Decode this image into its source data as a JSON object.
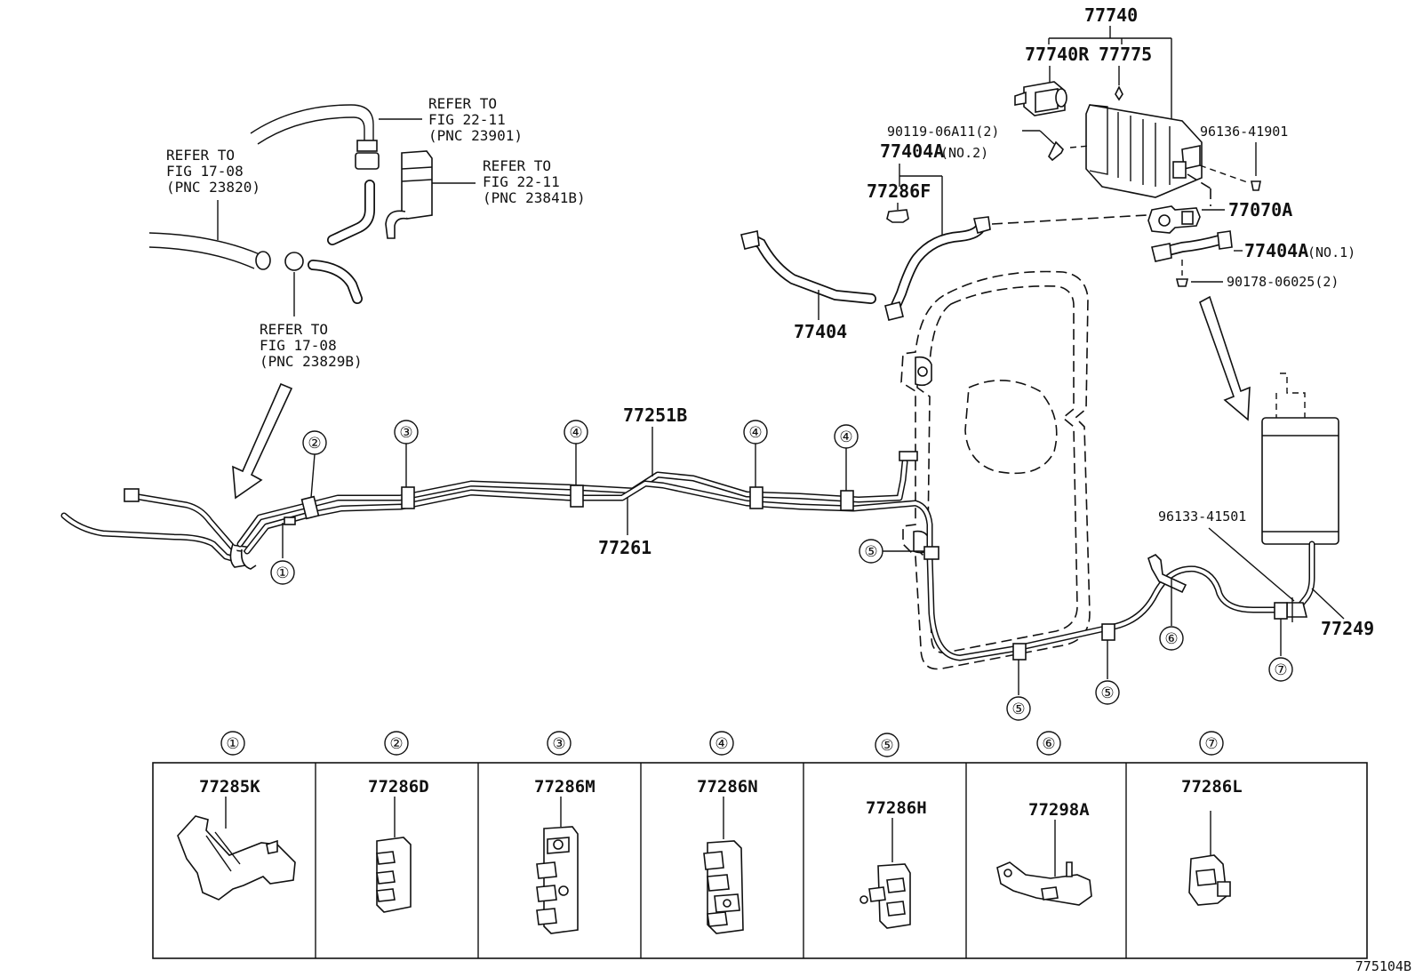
{
  "diagram_id": "775104B",
  "refs": {
    "ref1": {
      "l1": "REFER TO",
      "l2": "FIG 22-11",
      "l3": "(PNC 23901)"
    },
    "ref2": {
      "l1": "REFER TO",
      "l2": "FIG 22-11",
      "l3": "(PNC 23841B)"
    },
    "ref3": {
      "l1": "REFER TO",
      "l2": "FIG 17-08",
      "l3": "(PNC 23820)"
    },
    "ref4": {
      "l1": "REFER TO",
      "l2": "FIG 17-08",
      "l3": "(PNC 23829B)"
    }
  },
  "labels": {
    "p77740": "77740",
    "p77740R": "77740R",
    "p77775": "77775",
    "p90119": "90119-06A11(2)",
    "p77404A2": "77404A",
    "p77404A2_suffix": "(NO.2)",
    "p96136": "96136-41901",
    "p77286F": "77286F",
    "p77070A": "77070A",
    "p77404A1": "77404A",
    "p77404A1_suffix": "(NO.1)",
    "p90178": "90178-06025(2)",
    "p77404": "77404",
    "p77251B": "77251B",
    "p77261": "77261",
    "p96133": "96133-41501",
    "p77249": "77249"
  },
  "callouts": [
    "①",
    "②",
    "③",
    "④",
    "⑤",
    "⑥",
    "⑦"
  ],
  "clips": [
    {
      "num": "①",
      "part": "77285K"
    },
    {
      "num": "②",
      "part": "77286D"
    },
    {
      "num": "③",
      "part": "77286M"
    },
    {
      "num": "④",
      "part": "77286N"
    },
    {
      "num": "⑤",
      "part": "77286H"
    },
    {
      "num": "⑥",
      "part": "77298A"
    },
    {
      "num": "⑦",
      "part": "77286L"
    }
  ]
}
